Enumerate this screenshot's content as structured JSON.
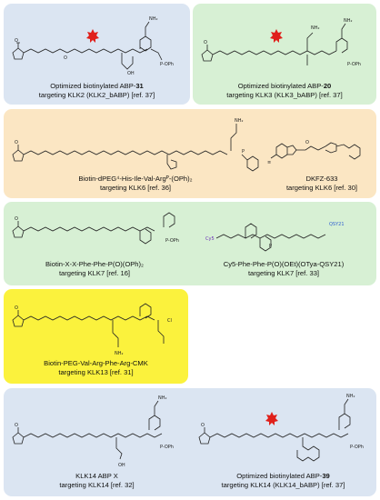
{
  "panels": [
    {
      "id": "abp31",
      "line1_pre": "Optimized biotinylated ABP-",
      "line1_bold": "31",
      "line2": "targeting KLK2 (KLK2_bABP) [ref. 37]"
    },
    {
      "id": "abp20",
      "line1_pre": "Optimized biotinylated ABP-",
      "line1_bold": "20",
      "line2": "targeting KLK3 (KLK3_bABP) [ref. 37]"
    },
    {
      "id": "klk6a",
      "line1": "Biotin-dPEG⁴-His-Ile-Val-Argᴾ-(OPh)₂",
      "line2": "targeting KLK6 [ref. 36]"
    },
    {
      "id": "dkfz",
      "line1": "DKFZ-633",
      "line2": "targeting KLK6 [ref. 30]"
    },
    {
      "id": "klk7a",
      "line1": "Biotin-X-X-Phe-Phe-P(O)(OPh)₂",
      "line2": "targeting KLK7 [ref. 16]"
    },
    {
      "id": "klk7b",
      "line1": "Cy5-Phe-Phe-P(O)(OEt)(OTya-QSY21)",
      "line2": "targeting KLK7 [ref. 33]"
    },
    {
      "id": "klk13",
      "line1": "Biotin-PEG-Val-Arg-Phe-Arg-CMK",
      "line2": "targeting KLK13 [ref. 31]"
    },
    {
      "id": "klk14a",
      "line1": "KLK14 ABP X",
      "line2": "targeting KLK14 [ref. 32]"
    },
    {
      "id": "abp39",
      "line1_pre": "Optimized biotinylated ABP-",
      "line1_bold": "39",
      "line2": "targeting KLK14 (KLK14_bABP) [ref. 37]"
    }
  ],
  "dye_labels": {
    "cy5": "Cy5",
    "qsy": "QSY21"
  },
  "colors": {
    "blue": "#dbe5f2",
    "green": "#d7f0d4",
    "orange": "#fbe6c3",
    "yellow": "#fbf23d",
    "star": "#e0201b"
  }
}
